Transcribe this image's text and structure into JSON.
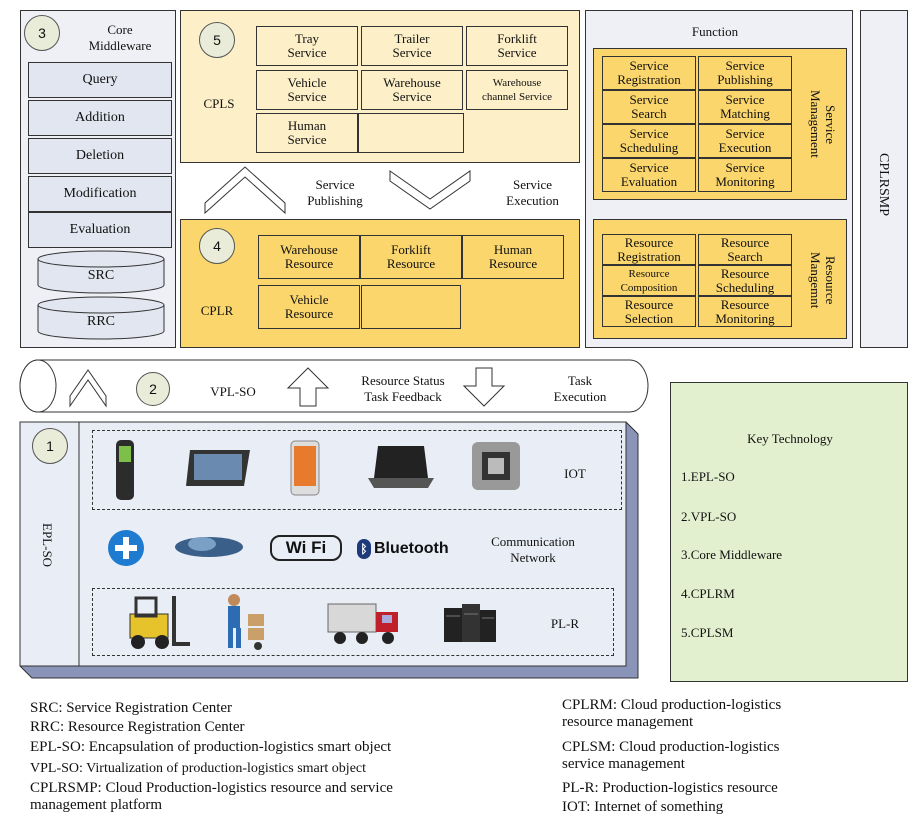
{
  "core": {
    "number": "3",
    "title": "Core\nMiddleware",
    "items": [
      "Query",
      "Addition",
      "Deletion",
      "Modification",
      "Evaluation"
    ],
    "dbs": [
      "SRC",
      "RRC"
    ]
  },
  "cpls": {
    "number": "5",
    "label": "CPLS",
    "services": [
      "Tray\nService",
      "Trailer\nService",
      "Forklift\nService",
      "Vehicle\nService",
      "Warehouse\nService",
      "Warehouse\nchannel Service",
      "Human\nService"
    ]
  },
  "middle_arrows": {
    "publishing": "Service\nPublishing",
    "execution": "Service\nExecution"
  },
  "cplr": {
    "number": "4",
    "label": "CPLR",
    "resources": [
      "Warehouse\nResource",
      "Forklift\nResource",
      "Human\nResource",
      "Vehicle\nResource"
    ]
  },
  "function": {
    "title": "Function",
    "service_mgmt_label": "Service\nManagement",
    "service_cells": [
      "Service\nRegistration",
      "Service\nPublishing",
      "Service\nSearch",
      "Service\nMatching",
      "Service\nScheduling",
      "Service\nExecution",
      "Service\nEvaluation",
      "Service\nMonitoring"
    ],
    "resource_mgmt_label": "Resource\nMangemnt",
    "resource_cells": [
      "Resource\nRegistration",
      "Resource\nSearch",
      "Resource\nComposition",
      "Resource\nScheduling",
      "Resource\nSelection",
      "Resource\nMonitoring"
    ]
  },
  "cplrsmp": "CPLRSMP",
  "vpl": {
    "number": "2",
    "label": "VPL-SO",
    "status": "Resource Status\nTask Feedback",
    "execution": "Task\nExecution"
  },
  "epl": {
    "number": "1",
    "label": "EPL-SO",
    "iot": "IOT",
    "comm": "Communication\nNetwork",
    "wifi": "Wi Fi",
    "bluetooth": "Bluetooth",
    "plr": "PL-R"
  },
  "key_technology": {
    "title": "Key Technology",
    "items": [
      "1.EPL-SO",
      "2.VPL-SO",
      "3.Core Middleware",
      "4.CPLRM",
      "5.CPLSM"
    ]
  },
  "legend_left": [
    "SRC:      Service Registration Center",
    "RRC:      Resource Registration Center",
    "EPL-SO: Encapsulation of production-logistics smart object",
    "VPL-SO: Virtualization of production-logistics smart object",
    "CPLRSMP: Cloud Production-logistics resource and service\nmanagement platform"
  ],
  "legend_right": [
    "CPLRM: Cloud production-logistics\nresource management",
    "CPLSM: Cloud production-logistics\nservice management",
    "PL-R:     Production-logistics resource",
    "IOT:       Internet of something"
  ],
  "colors": {
    "light_yellow": "#fdf0c8",
    "gold": "#fbd66c",
    "light_blue": "#e9edf6",
    "green": "#e3f0cf"
  }
}
